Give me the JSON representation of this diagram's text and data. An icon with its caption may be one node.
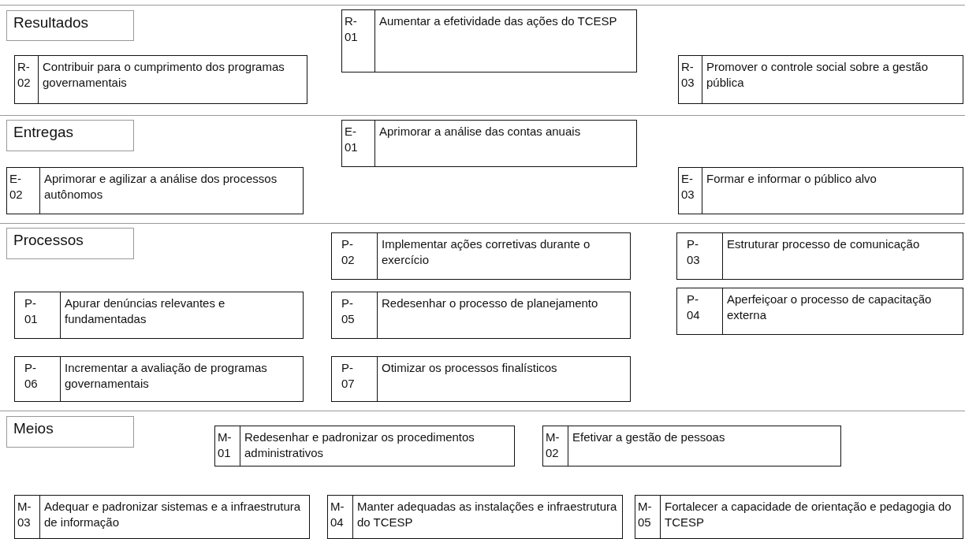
{
  "diagram": {
    "nodes": [
      {
        "text": [
          "Resultados"
        ]
      },
      {
        "text": [
          "R- 01",
          "Aumentar a efetividade das ações do TCESP"
        ]
      },
      {
        "text": [
          "R- 02",
          "Contribuir para o cumprimento dos programas governamentais"
        ]
      },
      {
        "text": [
          "R- 03",
          "Promover o controle social sobre a gestão pública"
        ]
      },
      {
        "text": [
          "Entregas"
        ]
      },
      {
        "text": [
          "E- 01",
          "Aprimorar a análise das contas anuais"
        ]
      },
      {
        "text": [
          "E- 02",
          "Aprimorar e agilizar a análise dos processos autônomos"
        ]
      },
      {
        "text": [
          "E- 03",
          "Formar e informar o público alvo"
        ]
      },
      {
        "text": [
          "Processos"
        ]
      },
      {
        "text": [
          "P- 02",
          "Implementar ações corretivas durante o exercício"
        ]
      },
      {
        "text": [
          "P- 03",
          "Estruturar processo de comunicação"
        ]
      },
      {
        "text": [
          "P- 01",
          "Apurar denúncias relevantes e fundamentadas"
        ]
      },
      {
        "text": [
          "P- 05",
          "Redesenhar o processo de planejamento"
        ]
      },
      {
        "text": [
          "P- 04",
          "Aperfeiçoar o processo de capacitação externa"
        ]
      },
      {
        "text": [
          "P- 06",
          "Incrementar a avaliação de programas governamentais"
        ]
      },
      {
        "text": [
          "P- 07",
          "Otimizar os processos finalísticos"
        ]
      },
      {
        "text": [
          "Meios"
        ]
      },
      {
        "text": [
          "M- 01",
          "Redesenhar e padronizar os procedimentos administrativos"
        ]
      },
      {
        "text": [
          "M- 02",
          "Efetivar  a gestão de pessoas"
        ]
      },
      {
        "text": [
          "M- 03",
          "Adequar e padronizar sistemas e a infraestrutura de informação"
        ]
      },
      {
        "text": [
          "M- 04",
          "Manter adequadas as instalações e infraestrutura do TCESP"
        ]
      },
      {
        "text": [
          "M- 05",
          "Fortalecer a capacidade de orientação e pedagogia do TCESP"
        ]
      }
    ],
    "edges": []
  }
}
